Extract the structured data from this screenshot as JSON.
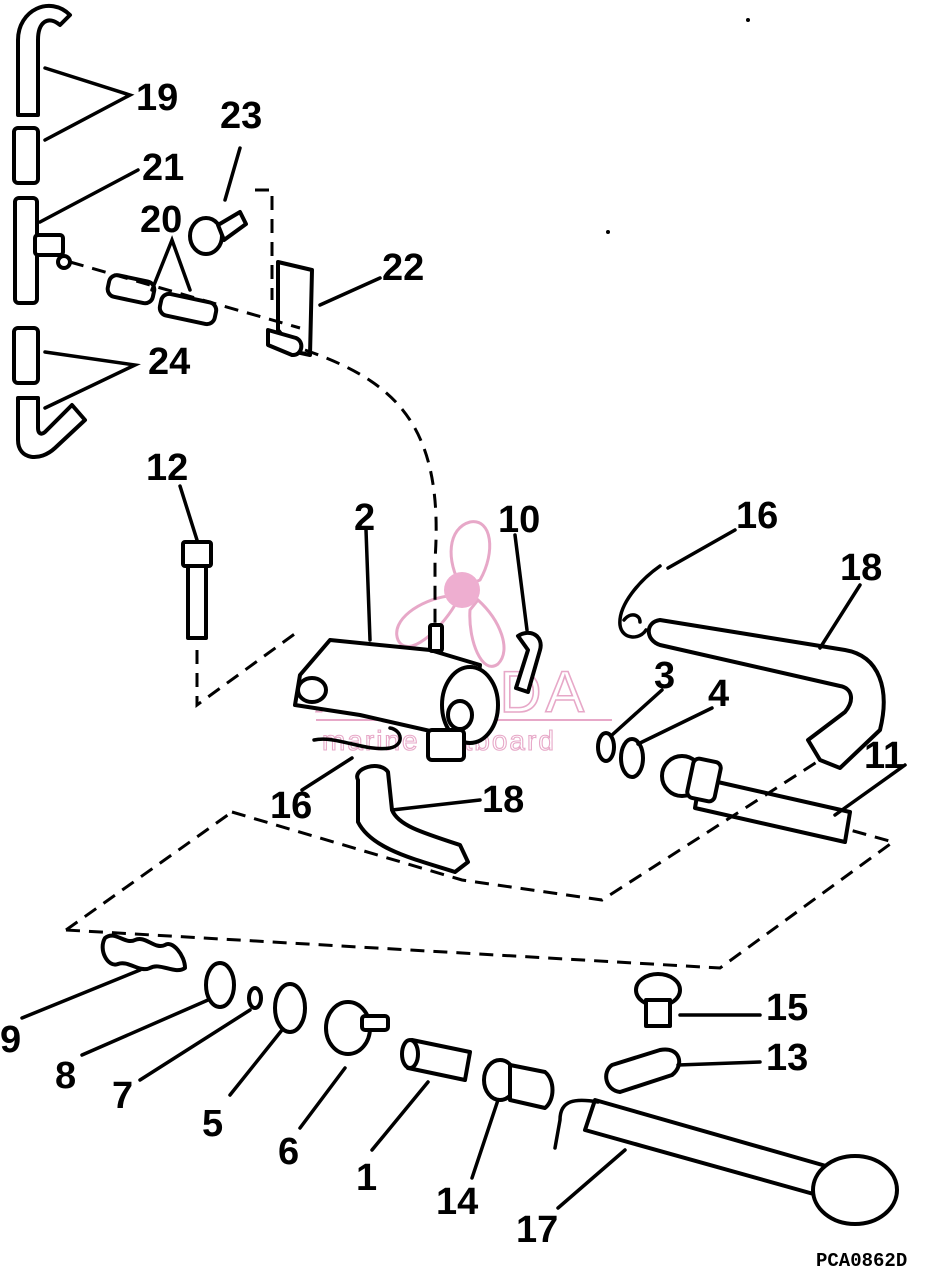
{
  "diagram": {
    "drawing_code": "PCA0862D",
    "watermark": {
      "brand": "ARMADA",
      "tagline": "marine outboard"
    },
    "callouts": [
      {
        "id": "19",
        "text": "19"
      },
      {
        "id": "23",
        "text": "23"
      },
      {
        "id": "21",
        "text": "21"
      },
      {
        "id": "20",
        "text": "20"
      },
      {
        "id": "22",
        "text": "22"
      },
      {
        "id": "24",
        "text": "24"
      },
      {
        "id": "12",
        "text": "12"
      },
      {
        "id": "2",
        "text": "2"
      },
      {
        "id": "10",
        "text": "10"
      },
      {
        "id": "16a",
        "text": "16"
      },
      {
        "id": "18a",
        "text": "18"
      },
      {
        "id": "3",
        "text": "3"
      },
      {
        "id": "4",
        "text": "4"
      },
      {
        "id": "11",
        "text": "11"
      },
      {
        "id": "16b",
        "text": "16"
      },
      {
        "id": "18b",
        "text": "18"
      },
      {
        "id": "9",
        "text": "9"
      },
      {
        "id": "8",
        "text": "8"
      },
      {
        "id": "7",
        "text": "7"
      },
      {
        "id": "5",
        "text": "5"
      },
      {
        "id": "6",
        "text": "6"
      },
      {
        "id": "1",
        "text": "1"
      },
      {
        "id": "14",
        "text": "14"
      },
      {
        "id": "17",
        "text": "17"
      },
      {
        "id": "15",
        "text": "15"
      },
      {
        "id": "13",
        "text": "13"
      }
    ]
  }
}
